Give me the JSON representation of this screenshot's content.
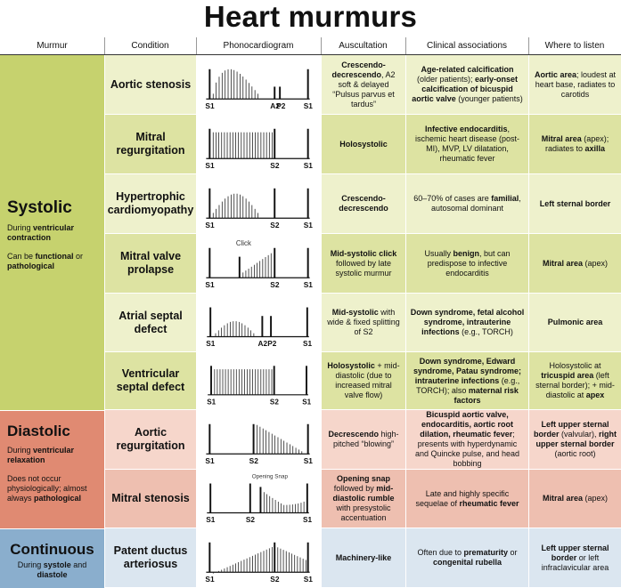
{
  "title": "Heart murmurs",
  "headers": [
    "Murmur",
    "Condition",
    "Phonocardiogram",
    "Auscultation",
    "Clinical associations",
    "Where to listen"
  ],
  "colors": {
    "systolic_group": "#c6d26e",
    "systolic_row_a": "#eef1cc",
    "systolic_row_b": "#dde3a2",
    "diastolic_group": "#e08a72",
    "diastolic_row_a": "#f6d6cb",
    "diastolic_row_b": "#eebfb0",
    "continuous_group": "#8aaecd",
    "continuous_row": "#dbe6f0"
  },
  "groups": [
    {
      "name": "Systolic",
      "sub1": [
        {
          "t": "During "
        },
        {
          "t": "ventricular contraction",
          "b": true
        }
      ],
      "sub2": [
        {
          "t": "Can be "
        },
        {
          "t": "functional",
          "b": true
        },
        {
          "t": " or "
        },
        {
          "t": "pathological",
          "b": true
        }
      ]
    },
    {
      "name": "Diastolic",
      "sub1": [
        {
          "t": "During "
        },
        {
          "t": "ventricular relaxation",
          "b": true
        }
      ],
      "sub2": [
        {
          "t": "Does not occur physiologically; almost always "
        },
        {
          "t": "pathological",
          "b": true
        }
      ]
    },
    {
      "name": "Continuous",
      "sub1": [
        {
          "t": "During "
        },
        {
          "t": "systole",
          "b": true
        },
        {
          "t": " and "
        },
        {
          "t": "diastole",
          "b": true
        }
      ],
      "sub2": []
    }
  ],
  "rows": [
    {
      "condition": "Aortic stenosis",
      "pcg_labels": [
        "S1",
        "A2",
        "P2",
        "S1"
      ],
      "click_label": "",
      "auscultation": [
        {
          "t": "Crescendo-decrescendo",
          "b": true
        },
        {
          "t": ", A2 soft & delayed “Pulsus parvus et tardus”"
        }
      ],
      "clinical": [
        {
          "t": "Age-related calcification",
          "b": true
        },
        {
          "t": " (older patients); "
        },
        {
          "t": "early-onset calcification of bicuspid aortic valve",
          "b": true
        },
        {
          "t": " (younger patients)"
        }
      ],
      "where": [
        {
          "t": "Aortic area",
          "b": true
        },
        {
          "t": "; loudest at heart base, radiates to carotids"
        }
      ]
    },
    {
      "condition": "Mitral regurgitation",
      "pcg_labels": [
        "S1",
        "S2",
        "S1"
      ],
      "click_label": "",
      "auscultation": [
        {
          "t": "Holosystolic",
          "b": true
        }
      ],
      "clinical": [
        {
          "t": "Infective endocarditis",
          "b": true
        },
        {
          "t": ", ischemic heart disease (post-MI), MVP, LV dilatation, rheumatic fever"
        }
      ],
      "where": [
        {
          "t": "Mitral area",
          "b": true
        },
        {
          "t": " (apex); radiates to "
        },
        {
          "t": "axilla",
          "b": true
        }
      ]
    },
    {
      "condition": "Hypertrophic cardiomyopathy",
      "pcg_labels": [
        "S1",
        "S2",
        "S1"
      ],
      "click_label": "",
      "auscultation": [
        {
          "t": "Crescendo-decrescendo",
          "b": true
        }
      ],
      "clinical": [
        {
          "t": "60–70% of cases are "
        },
        {
          "t": "familial",
          "b": true
        },
        {
          "t": ", autosomal dominant"
        }
      ],
      "where": [
        {
          "t": "Left sternal border",
          "b": true
        }
      ]
    },
    {
      "condition": "Mitral valve prolapse",
      "pcg_labels": [
        "S1",
        "S2",
        "S1"
      ],
      "click_label": "Click",
      "auscultation": [
        {
          "t": "Mid-systolic click",
          "b": true
        },
        {
          "t": " followed by late systolic murmur"
        }
      ],
      "clinical": [
        {
          "t": "Usually "
        },
        {
          "t": "benign",
          "b": true
        },
        {
          "t": ", but can predispose to infective endocarditis"
        }
      ],
      "where": [
        {
          "t": "Mitral area",
          "b": true
        },
        {
          "t": " (apex)"
        }
      ]
    },
    {
      "condition": "Atrial septal defect",
      "pcg_labels": [
        "S1",
        "A2",
        "P2",
        "S1"
      ],
      "click_label": "",
      "auscultation": [
        {
          "t": "Mid-systolic",
          "b": true
        },
        {
          "t": " with wide & fixed splitting of S2"
        }
      ],
      "clinical": [
        {
          "t": "Down syndrome, fetal alcohol syndrome, intrauterine infections",
          "b": true
        },
        {
          "t": " (e.g., TORCH)"
        }
      ],
      "where": [
        {
          "t": "Pulmonic area",
          "b": true
        }
      ]
    },
    {
      "condition": "Ventricular septal defect",
      "pcg_labels": [
        "S1",
        "S2",
        "S1"
      ],
      "click_label": "",
      "auscultation": [
        {
          "t": "Holosystolic",
          "b": true
        },
        {
          "t": " + mid-diastolic (due to increased mitral valve flow)"
        }
      ],
      "clinical": [
        {
          "t": "Down syndrome, Edward syndrome, Patau syndrome; intrauterine infections",
          "b": true
        },
        {
          "t": " (e.g., TORCH); also "
        },
        {
          "t": "maternal risk factors",
          "b": true
        }
      ],
      "where": [
        {
          "t": "Holosystolic at "
        },
        {
          "t": "tricuspid area",
          "b": true
        },
        {
          "t": " (left sternal border); + mid-diastolic at "
        },
        {
          "t": "apex",
          "b": true
        }
      ]
    },
    {
      "condition": "Aortic regurgitation",
      "pcg_labels": [
        "S1",
        "S2",
        "S1"
      ],
      "click_label": "",
      "auscultation": [
        {
          "t": "Decrescendo",
          "b": true
        },
        {
          "t": " high-pitched “blowing”"
        }
      ],
      "clinical": [
        {
          "t": "Bicuspid aortic valve, endocarditis, aortic root dilation, rheumatic fever",
          "b": true
        },
        {
          "t": "; presents with hyperdynamic and Quincke pulse, and head bobbing"
        }
      ],
      "where": [
        {
          "t": "Left upper sternal border",
          "b": true
        },
        {
          "t": " (valvular), "
        },
        {
          "t": "right upper sternal border",
          "b": true
        },
        {
          "t": " (aortic root)"
        }
      ]
    },
    {
      "condition": "Mitral stenosis",
      "pcg_labels": [
        "S1",
        "S2",
        "S1"
      ],
      "click_label": "Opening Snap",
      "auscultation": [
        {
          "t": "Opening snap",
          "b": true
        },
        {
          "t": " followed by "
        },
        {
          "t": "mid-diastolic rumble",
          "b": true
        },
        {
          "t": " with presystolic accentuation"
        }
      ],
      "clinical": [
        {
          "t": "Late and highly specific sequelae of "
        },
        {
          "t": "rheumatic fever",
          "b": true
        }
      ],
      "where": [
        {
          "t": "Mitral area",
          "b": true
        },
        {
          "t": " (apex)"
        }
      ]
    },
    {
      "condition": "Patent ductus arteriosus",
      "pcg_labels": [
        "S1",
        "S2",
        "S1"
      ],
      "click_label": "",
      "auscultation": [
        {
          "t": "Machinery-like",
          "b": true
        }
      ],
      "clinical": [
        {
          "t": "Often due to "
        },
        {
          "t": "prematurity",
          "b": true
        },
        {
          "t": " or "
        },
        {
          "t": "congenital rubella",
          "b": true
        }
      ],
      "where": [
        {
          "t": "Left upper sternal border",
          "b": true
        },
        {
          "t": " or left infraclavicular area"
        }
      ]
    }
  ]
}
